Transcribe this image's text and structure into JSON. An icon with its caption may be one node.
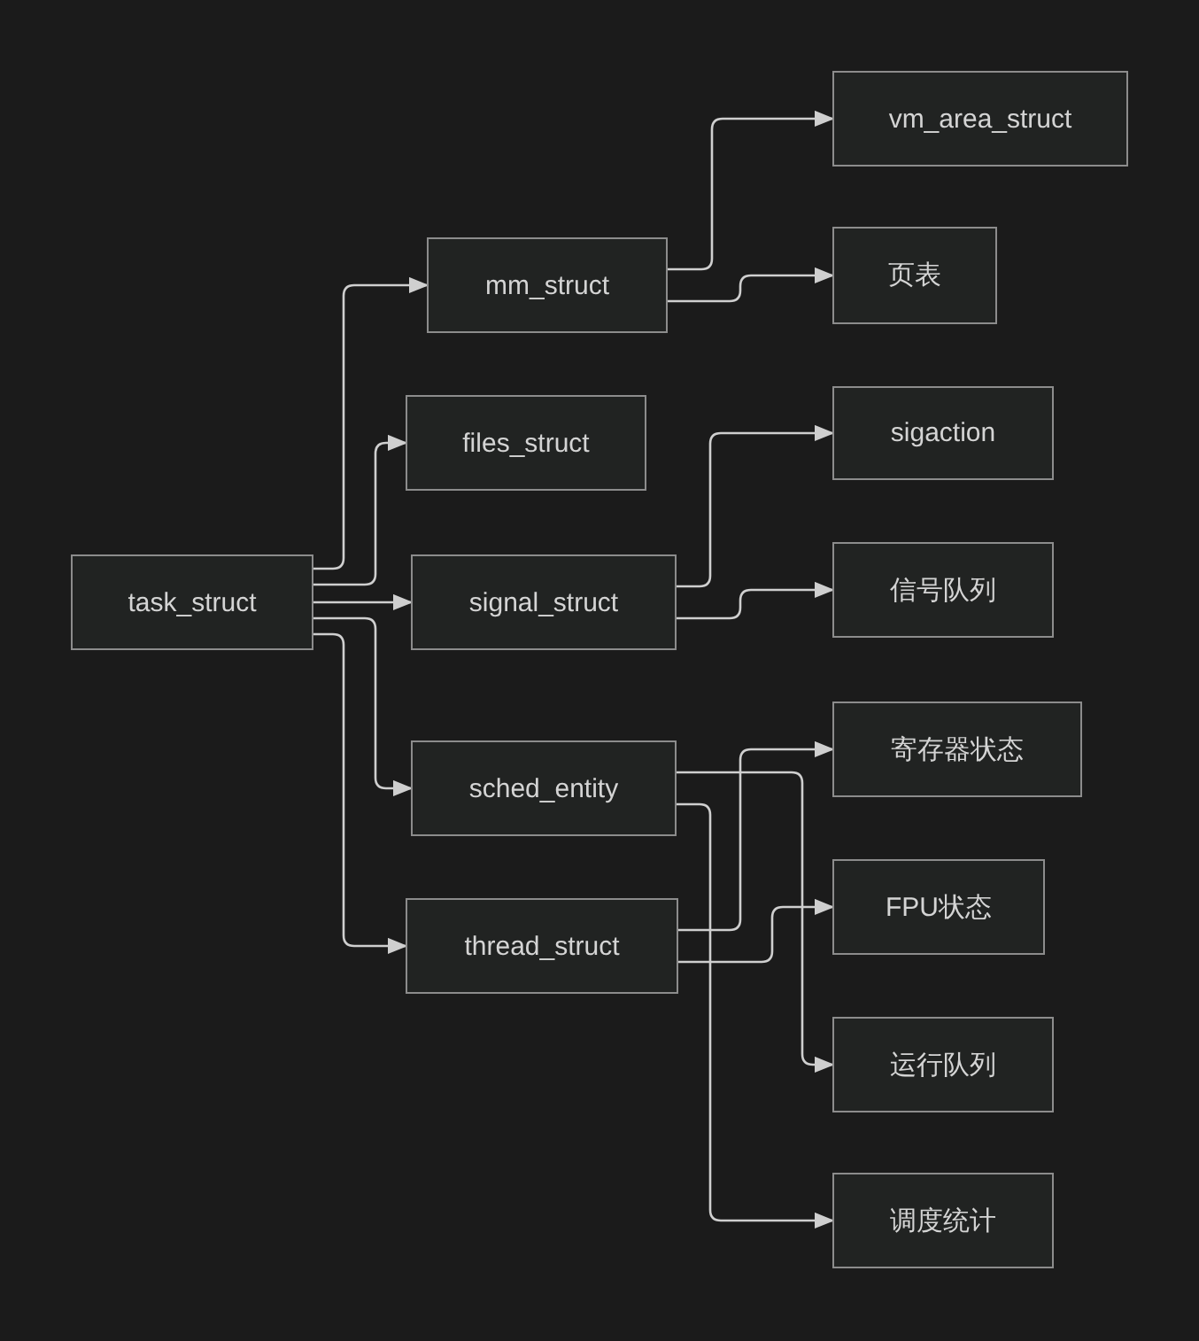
{
  "diagram": {
    "nodes": [
      {
        "text": [
          "task_struct"
        ]
      },
      {
        "text": [
          "mm_struct"
        ]
      },
      {
        "text": [
          "files_struct"
        ]
      },
      {
        "text": [
          "signal_struct"
        ]
      },
      {
        "text": [
          "sched_entity"
        ]
      },
      {
        "text": [
          "thread_struct"
        ]
      },
      {
        "text": [
          "vm_area_struct"
        ]
      },
      {
        "text": [
          "页表"
        ]
      },
      {
        "text": [
          "sigaction"
        ]
      },
      {
        "text": [
          "信号队列"
        ]
      },
      {
        "text": [
          "寄存器状态"
        ]
      },
      {
        "text": [
          "FPU状态"
        ]
      },
      {
        "text": [
          "运行队列"
        ]
      },
      {
        "text": [
          "调度统计"
        ]
      }
    ],
    "edges": [
      {
        "from": 0,
        "to": 1,
        "arrow": "to"
      },
      {
        "from": 0,
        "to": 2,
        "arrow": "to"
      },
      {
        "from": 0,
        "to": 3,
        "arrow": "to"
      },
      {
        "from": 0,
        "to": 4,
        "arrow": "to"
      },
      {
        "from": 0,
        "to": 5,
        "arrow": "to"
      },
      {
        "from": 1,
        "to": 6,
        "arrow": "to"
      },
      {
        "from": 1,
        "to": 7,
        "arrow": "to"
      },
      {
        "from": 3,
        "to": 8,
        "arrow": "to"
      },
      {
        "from": 3,
        "to": 9,
        "arrow": "to"
      },
      {
        "from": 4,
        "to": 12,
        "arrow": "to"
      },
      {
        "from": 4,
        "to": 13,
        "arrow": "to"
      },
      {
        "from": 5,
        "to": 10,
        "arrow": "to"
      },
      {
        "from": 5,
        "to": 11,
        "arrow": "to"
      }
    ]
  }
}
